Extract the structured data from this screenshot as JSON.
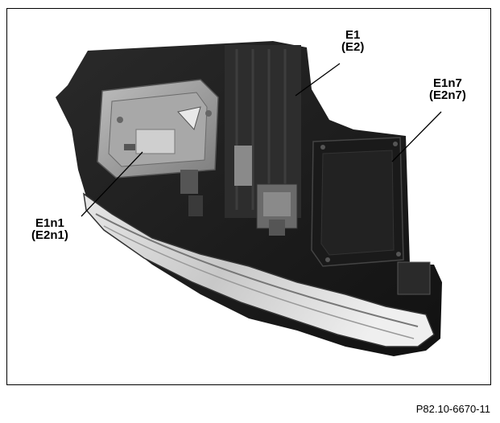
{
  "figure": {
    "code": "P82.10-6670-11"
  },
  "callouts": {
    "e1": {
      "main": "E1",
      "alt": "(E2)"
    },
    "e1n7": {
      "main": "E1n7",
      "alt": "(E2n7)"
    },
    "e1n1": {
      "main": "E1n1",
      "alt": "(E2n1)"
    }
  },
  "colors": {
    "housing": "#1b1b1b",
    "module": "#9a9a9a",
    "lens": "#dcdcdc",
    "background": "#ffffff"
  }
}
